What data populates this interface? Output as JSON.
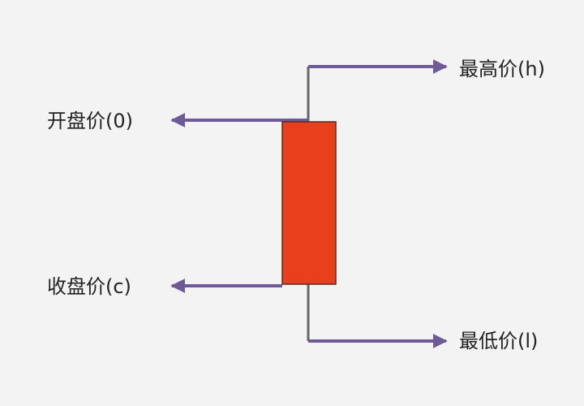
{
  "labels": {
    "high": "最高价(h)",
    "open": "开盘价(0)",
    "close": "收盘价(c)",
    "low": "最低价(l)"
  },
  "colors": {
    "candle_body": "#e8401c",
    "candle_border": "#5a2a20",
    "arrow": "#6e5a96",
    "wick": "#666666",
    "background": "#f3f3f3",
    "text": "#222222"
  }
}
